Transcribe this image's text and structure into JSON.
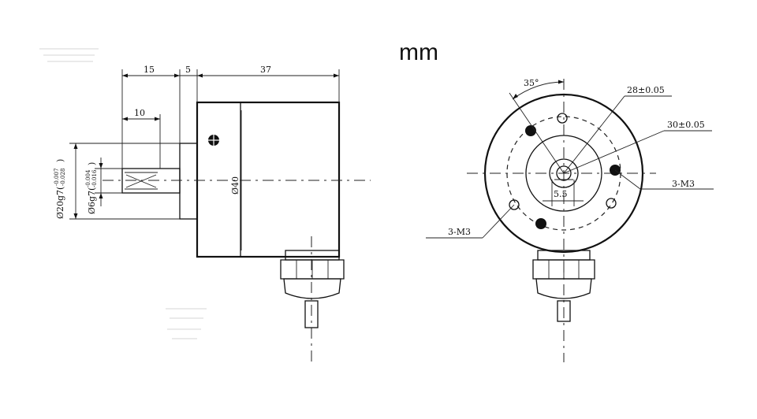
{
  "title": "mm",
  "side_view": {
    "dim_shaft_length": "15",
    "dim_flange_gap": "5",
    "dim_body_length": "37",
    "dim_flat_length": "10",
    "dim_body_diameter": "Ø40",
    "tol_pilot_label": "Ø20g7(",
    "tol_pilot_upper": "-0.007",
    "tol_pilot_lower": "-0.028",
    "tol_pilot_close": ")",
    "tol_shaft_label": "Ø6g7(",
    "tol_shaft_upper": "-0.004",
    "tol_shaft_lower": "-0.016",
    "tol_shaft_close": ")"
  },
  "front_view": {
    "angle_label": "35°",
    "pcd_28_label": "28±0.05",
    "pcd_30_label": "30±0.05",
    "thread_right_label": "3-M3",
    "thread_left_label": "3-M3",
    "flat_dim_label": "5.5"
  }
}
